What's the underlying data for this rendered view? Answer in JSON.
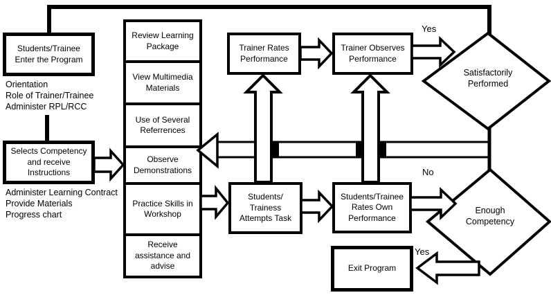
{
  "diagram": {
    "nodes": {
      "enter_program": {
        "lines": [
          "Students/Trainee",
          "Enter the Program"
        ]
      },
      "enter_program_notes": {
        "lines": [
          "Orientation",
          "Role of Trainer/Trainee",
          "Administer RPL/RCC"
        ]
      },
      "selects_competency": {
        "lines": [
          "Selects Competency",
          "and receive",
          "Instructions"
        ]
      },
      "selects_competency_notes": {
        "lines": [
          "Administer Learning Contract",
          "Provide Materials",
          "Progress chart"
        ]
      },
      "review_learning": {
        "lines": [
          "Review Learning",
          "Package"
        ]
      },
      "view_multimedia": {
        "lines": [
          "View Multimedia",
          "Materials"
        ]
      },
      "use_references": {
        "lines": [
          "Use of Several",
          "Referrences"
        ]
      },
      "observe_demos": {
        "lines": [
          "Observe",
          "Demonstrations"
        ]
      },
      "practice_skills": {
        "lines": [
          "Practice Skills in",
          "Workshop"
        ]
      },
      "receive_assistance": {
        "lines": [
          "Receive",
          "assistance and",
          "advise"
        ]
      },
      "trainer_rates": {
        "lines": [
          "Trainer Rates",
          "Performance"
        ]
      },
      "trainer_observes": {
        "lines": [
          "Trainer Observes",
          "Performance"
        ]
      },
      "attempts_task": {
        "lines": [
          "Students/",
          "Trainess",
          "Attempts Task"
        ]
      },
      "rates_own": {
        "lines": [
          "Students/Trainee",
          "Rates Own",
          "Performance"
        ]
      },
      "satisfactorily_performed": {
        "lines": [
          "Satisfactorily",
          "Performed"
        ]
      },
      "enough_competency": {
        "lines": [
          "Enough",
          "Competency"
        ]
      },
      "exit_program": {
        "lines": [
          "Exit Program"
        ]
      }
    },
    "labels": {
      "yes_top": "Yes",
      "no_decision": "No",
      "yes_exit": "Yes"
    },
    "colors": {
      "line": "#000000",
      "background": "#ffffff",
      "shape_fill": "#ffffff"
    }
  }
}
